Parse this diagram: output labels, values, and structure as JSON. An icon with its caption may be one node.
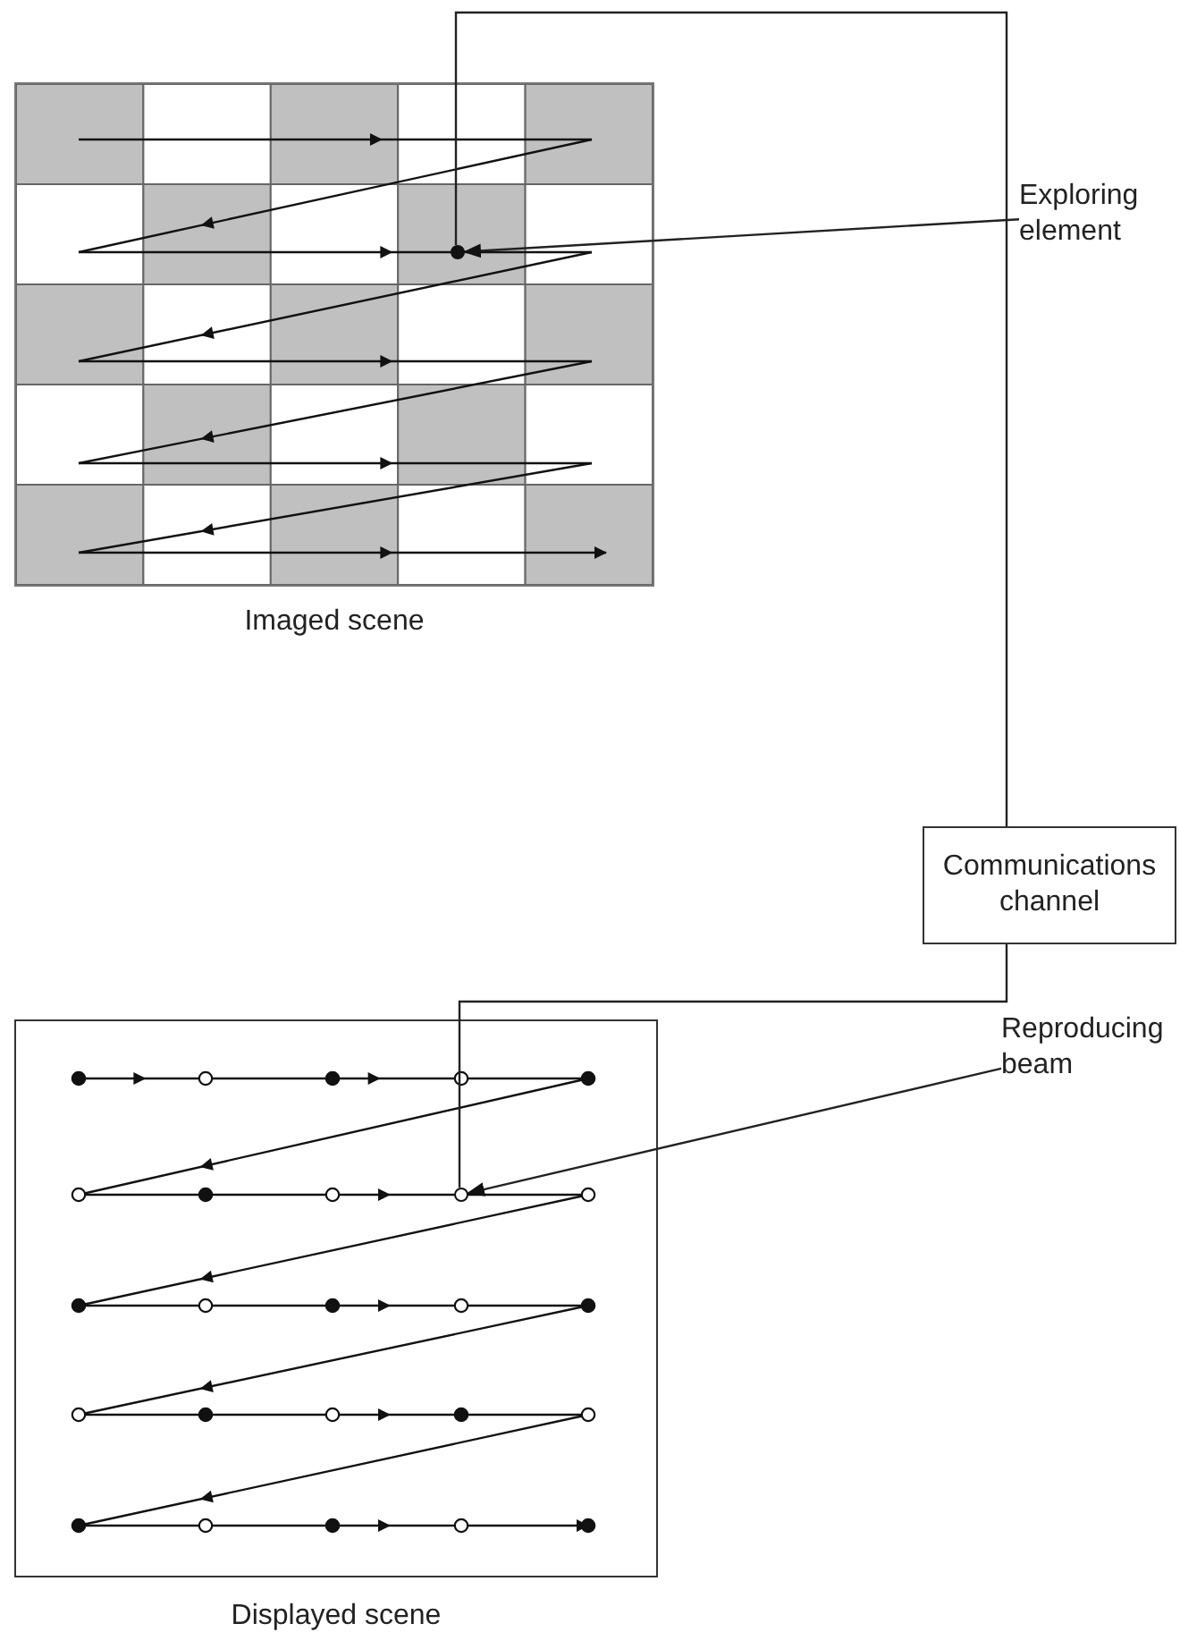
{
  "diagram": {
    "nodes": [
      {
        "text": [
          "Imaged scene"
        ]
      },
      {
        "text": [],
        "shape": "circle",
        "in": 0
      },
      {
        "text": [
          "Exploring element"
        ]
      },
      {
        "text": [
          "Communications channel"
        ]
      },
      {
        "text": [
          "Displayed scene"
        ]
      },
      {
        "text": [],
        "shape": "circle",
        "in": 4
      },
      {
        "text": [
          "Reproducing beam"
        ]
      }
    ],
    "edges": [
      {
        "from": 2,
        "to": 1,
        "arrow": "to"
      },
      {
        "from": 1,
        "to": 3,
        "arrow": "none"
      },
      {
        "from": 3,
        "to": 5,
        "arrow": "none"
      },
      {
        "from": 6,
        "to": 5,
        "arrow": "to"
      }
    ]
  }
}
